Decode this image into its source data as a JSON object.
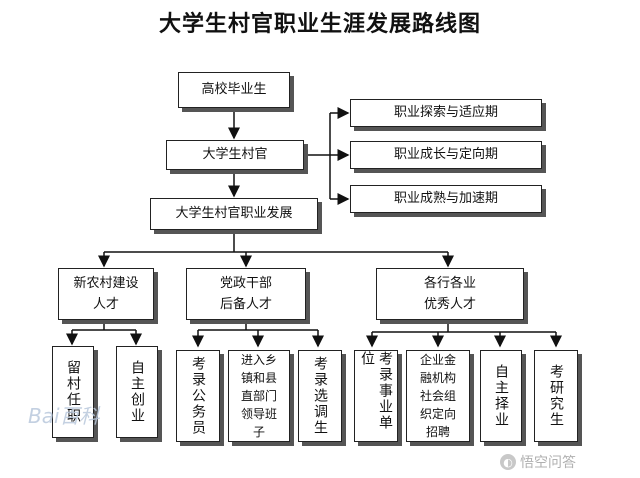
{
  "title": "大学生村官职业生涯发展路线图",
  "nodes": {
    "graduate": "高校毕业生",
    "village_official": "大学生村官",
    "career_development": "大学生村官职业发展",
    "stage_explore": "职业探索与适应期",
    "stage_growth": "职业成长与定向期",
    "stage_mature": "职业成熟与加速期",
    "branch_rural": "新农村建设\n人才",
    "branch_party": "党政干部\n后备人才",
    "branch_industry": "各行各业\n优秀人才",
    "leaf_stay": "留村任职",
    "leaf_startup": "自主创业",
    "leaf_civil": "考录公务员",
    "leaf_leader": "进入乡\n镇和县\n直部门\n领导班\n子",
    "leaf_select": "考录选调生",
    "leaf_public": "考录事业单位",
    "leaf_enterprise": "企业金\n融机构\n社会组\n织定向\n招聘",
    "leaf_job": "自主择业",
    "leaf_grad": "考研究生"
  },
  "watermarks": {
    "left": "Bai百科",
    "right": "悟空问答"
  }
}
